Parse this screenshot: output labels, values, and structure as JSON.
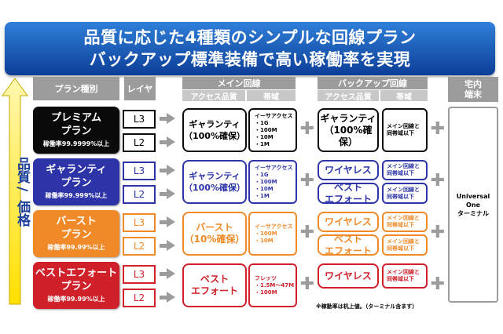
{
  "banner": {
    "line1": "品質に応じた4種類のシンプルな回線プラン",
    "line2": "バックアップ標準装備で高い稼働率を実現"
  },
  "axis": {
    "label_top": "品質",
    "label_sep": "/",
    "label_bottom": "価格"
  },
  "headers": {
    "plan": "プラン種別",
    "layer": "レイヤ",
    "main": "メイン回線",
    "main_sub1": "アクセス品質",
    "main_sub2": "帯域",
    "backup": "バックアップ回線",
    "backup_sub1": "アクセス品質",
    "backup_sub2": "帯域",
    "cpe": "宅内\n端末"
  },
  "plans": [
    {
      "name": "プレミアム\nプラン",
      "rate": "稼働率99.9999%以上",
      "color": "#0a0a0a",
      "border": "#000000"
    },
    {
      "name": "ギャランティ\nプラン",
      "rate": "稼働率99.999%以上",
      "color": "#2d34a8",
      "border": "#2d34a8"
    },
    {
      "name": "バースト\nプラン",
      "rate": "稼働率99.99%以上",
      "color": "#f08a28",
      "border": "#f08a28"
    },
    {
      "name": "ベストエフォート\nプラン",
      "rate": "稼働率99.99%以上",
      "color": "#d0202a",
      "border": "#d0202a"
    }
  ],
  "layers": {
    "l3": "L3",
    "l2": "L2"
  },
  "main_access": [
    "ギャランティ\n（100%確保）",
    "ギャランティ\n（100%確保）",
    "バースト\n（10%確保）",
    "ベスト\nエフォート"
  ],
  "main_bw": [
    "イーサアクセス\n・1G\n・100M\n・10M\n・1M",
    "イーサアクセス\n・1G\n・100M\n・10M\n・1M",
    "イーサアクセス\n・100M\n・10M",
    "フレッツ\n・1.5M～47M\n・100M"
  ],
  "backup_access": {
    "premium": "ギャランティ\n（100%確保）",
    "wireless": "ワイヤレス",
    "best_effort": "ベスト\nエフォート"
  },
  "backup_bw": "メイン回線と\n同帯域以下",
  "cpe_label": "Universal One\nターミナル",
  "footnote": "※稼動率は机上値。（ターミナル含ます）",
  "colors": {
    "banner_top": "#2f7fd9",
    "banner_bottom": "#0d3f98",
    "header_gray": "#9c9c9c",
    "axis_text": "#1b3f99"
  },
  "icons": {
    "arrow": "right-arrow-icon",
    "plus": "plus-icon",
    "quality_axis": "up-arrow-icon"
  }
}
